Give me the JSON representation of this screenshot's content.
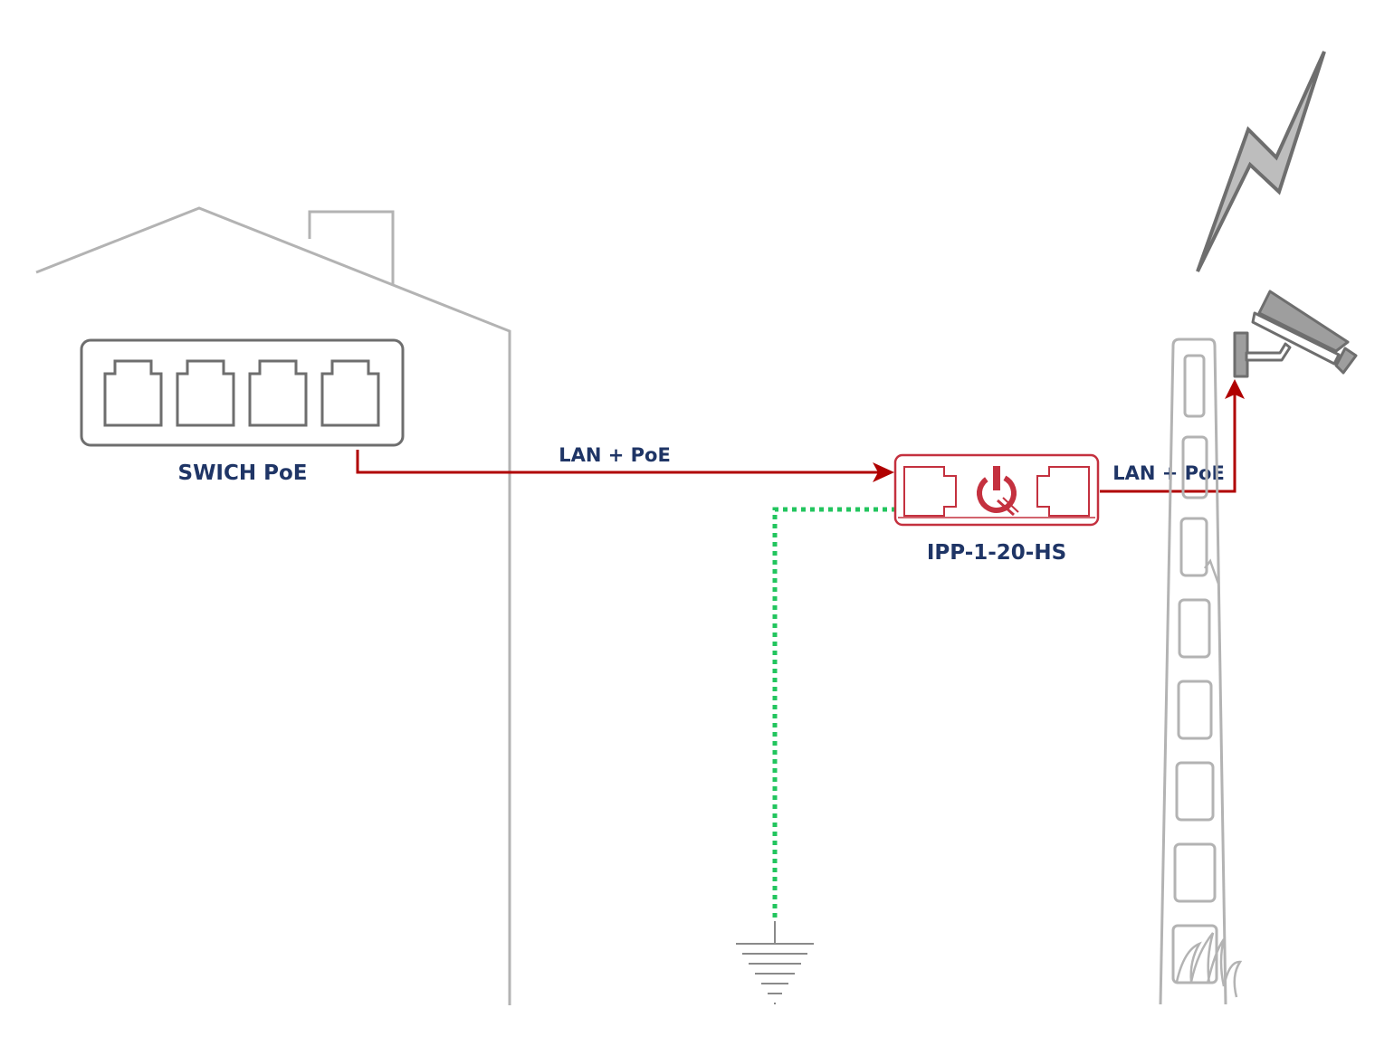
{
  "labels": {
    "switch": "SWICH PoE",
    "cable_in": "LAN + PoE",
    "device": "IPP-1-20-HS",
    "cable_out": "LAN + PoE"
  },
  "colors": {
    "outline_light": "#b3b3b3",
    "outline_dark": "#6e6e6e",
    "cable": "#b00000",
    "device": "#c4313f",
    "ground": "#22c55e",
    "label": "#1f3566"
  },
  "icons": {
    "device_logo": "power-q-logo-icon",
    "weather": "lightning-bolt-icon",
    "camera": "cctv-camera-icon",
    "earth": "ground-symbol-icon"
  }
}
